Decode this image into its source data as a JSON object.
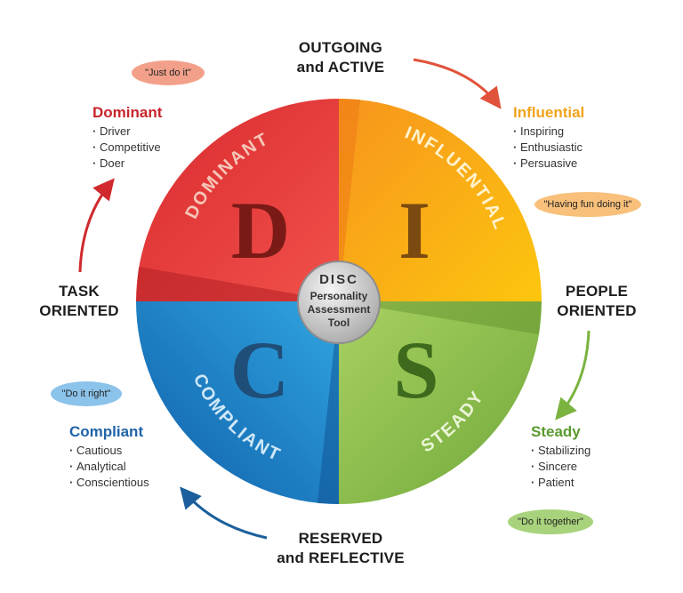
{
  "axes": {
    "top_line1": "OUTGOING",
    "top_line2": "and ACTIVE",
    "bottom_line1": "RESERVED",
    "bottom_line2": "and REFLECTIVE",
    "left_line1": "TASK",
    "left_line2": "ORIENTED",
    "right_line1": "PEOPLE",
    "right_line2": "ORIENTED"
  },
  "center": {
    "line1": "DISC",
    "line2": "Personality",
    "line3": "Assessment",
    "line4": "Tool"
  },
  "quadrants": [
    {
      "letter": "D",
      "arc_label": "DOMINANT",
      "fill": "#e0343a",
      "letter_color": "#7a1a16"
    },
    {
      "letter": "I",
      "arc_label": "INFLUENTIAL",
      "fill": "#fbb30f",
      "letter_color": "#7a4a10"
    },
    {
      "letter": "S",
      "arc_label": "STEADY",
      "fill": "#8dc245",
      "letter_color": "#3d6a1c"
    },
    {
      "letter": "C",
      "arc_label": "COMPLIANT",
      "fill": "#1b83c8",
      "letter_color": "#1f4e79"
    }
  ],
  "traits": {
    "dominant": {
      "name": "Dominant",
      "color": "#c8242c",
      "items": [
        "Driver",
        "Competitive",
        "Doer"
      ]
    },
    "influential": {
      "name": "Influential",
      "color": "#f2a31b",
      "items": [
        "Inspiring",
        "Enthusiastic",
        "Persuasive"
      ]
    },
    "compliant": {
      "name": "Compliant",
      "color": "#1f63a8",
      "items": [
        "Cautious",
        "Analytical",
        "Conscientious"
      ]
    },
    "steady": {
      "name": "Steady",
      "color": "#5a9a2e",
      "items": [
        "Stabilizing",
        "Sincere",
        "Patient"
      ]
    }
  },
  "bubbles": {
    "dominant": {
      "text": "\"Just do it\"",
      "color": "#f3a08a"
    },
    "influential": {
      "text": "\"Having fun doing it\"",
      "color": "#f8c07b"
    },
    "compliant": {
      "text": "\"Do it right\"",
      "color": "#8cc3ea"
    },
    "steady": {
      "text": "\"Do it together\"",
      "color": "#a8d37c"
    }
  }
}
